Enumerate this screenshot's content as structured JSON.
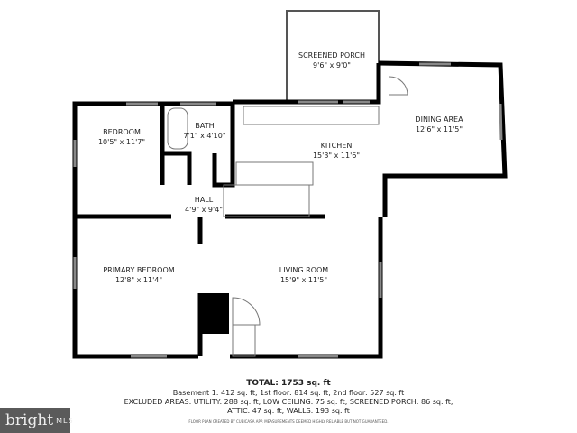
{
  "rooms": [
    {
      "name": "SCREENED PORCH",
      "dims": "9'6\" x 9'0\""
    },
    {
      "name": "DINING AREA",
      "dims": "12'6\" x 11'5\""
    },
    {
      "name": "BEDROOM",
      "dims": "10'5\" x 11'7\""
    },
    {
      "name": "BATH",
      "dims": "7'1\" x 4'10\""
    },
    {
      "name": "KITCHEN",
      "dims": "15'3\" x 11'6\""
    },
    {
      "name": "HALL",
      "dims": "4'9\" x 9'4\""
    },
    {
      "name": "PRIMARY BEDROOM",
      "dims": "12'8\" x 11'4\""
    },
    {
      "name": "LIVING ROOM",
      "dims": "15'9\" x 11'5\""
    }
  ],
  "summary": {
    "total": "TOTAL: 1753 sq. ft",
    "floors": "Basement 1: 412 sq. ft, 1st floor: 814 sq. ft, 2nd floor: 527 sq. ft",
    "excluded1": "EXCLUDED AREAS: UTILITY: 288 sq. ft, LOW CEILING: 75 sq. ft, SCREENED PORCH: 86 sq. ft,",
    "excluded2": "ATTIC: 47 sq. ft, WALLS: 193 sq. ft",
    "credit": "FLOOR PLAN CREATED BY CUBICASA APP. MEASUREMENTS DEEMED HIGHLY RELIABLE BUT NOT GUARANTEED."
  },
  "logo": {
    "brand": "bright",
    "suffix": "MLS"
  },
  "colors": {
    "wall": "#000000",
    "logo_bg": "#5a5a5a"
  }
}
